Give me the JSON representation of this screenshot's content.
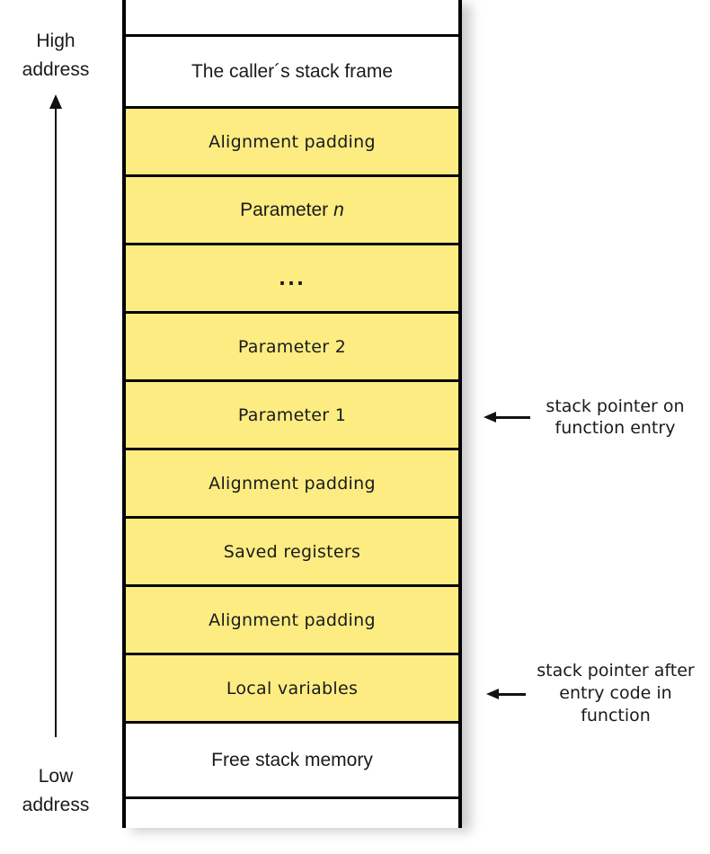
{
  "labels": {
    "high_address": "High address",
    "low_address": "Low address"
  },
  "stack": {
    "rows": [
      {
        "label": "The caller´s stack frame",
        "type": "white"
      },
      {
        "label": "Alignment padding",
        "type": "yellow"
      },
      {
        "label": "Parameter",
        "suffix_italic": "n",
        "type": "yellow"
      },
      {
        "label": "...",
        "type": "yellow"
      },
      {
        "label": "Parameter 2",
        "type": "yellow"
      },
      {
        "label": "Parameter 1",
        "type": "yellow"
      },
      {
        "label": "Alignment padding",
        "type": "yellow"
      },
      {
        "label": "Saved registers",
        "type": "yellow"
      },
      {
        "label": "Alignment padding",
        "type": "yellow"
      },
      {
        "label": "Local variables",
        "type": "yellow"
      },
      {
        "label": "Free stack memory",
        "type": "white"
      }
    ]
  },
  "annotations": {
    "sp_entry": {
      "line1": "stack pointer on",
      "line2": "function entry"
    },
    "sp_after": {
      "line1": "stack pointer after",
      "line2": "entry code in",
      "line3": "function"
    }
  },
  "colors": {
    "box_fill": "#FCEC82",
    "border": "#000000",
    "text": "#1a1a1a"
  }
}
